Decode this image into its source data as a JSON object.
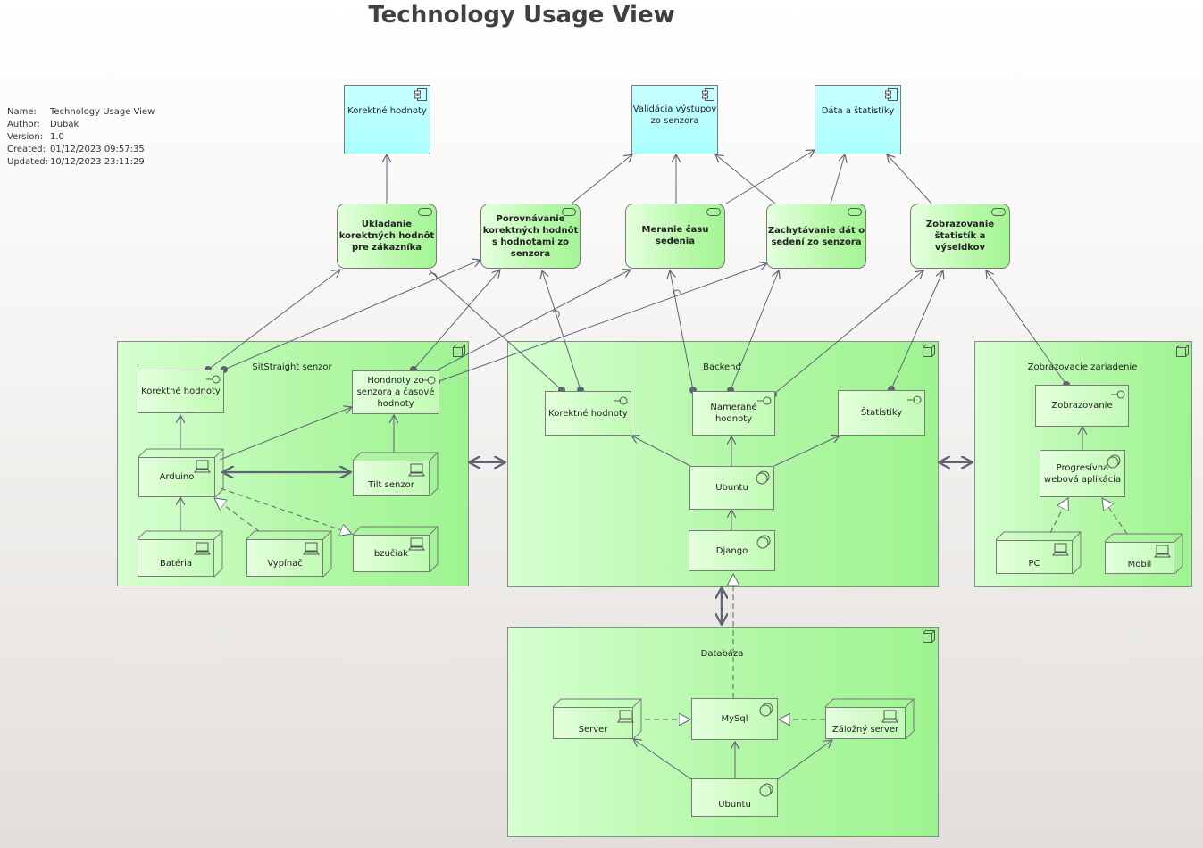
{
  "title": "Technology Usage View",
  "meta": [
    {
      "key": "Name:",
      "value": "Technology Usage View"
    },
    {
      "key": "Author:",
      "value": "Dubak"
    },
    {
      "key": "Version:",
      "value": "1.0"
    },
    {
      "key": "Created:",
      "value": "01/12/2023 09:57:35"
    },
    {
      "key": "Updated:",
      "value": "10/12/2023 23:11:29"
    }
  ],
  "groups": {
    "sensor": "SitStraight senzor",
    "backend": "Backend",
    "display": "Zobrazovacie zariadenie",
    "database": "Databáza"
  },
  "services": {
    "correct": "Korektné hodnoty",
    "validation": "Validácia výstupov zo senzora",
    "stats": "Dáta a štatistiky"
  },
  "functions": {
    "save": "Ukladanie korektných hodnôt pre zákazníka",
    "compare": "Porovnávanie korektných hodnôt s hodnotami zo senzora",
    "measure": "Meranie času sedenia",
    "capture": "Zachytávanie dát o sedení zo senzora",
    "show": "Zobrazovanie štatistík a výseldkov"
  },
  "sensor_items": {
    "correct": "Korektné hodnoty",
    "values": "Hondnoty zo senzora a časové hodnoty",
    "arduino": "Arduino",
    "tilt": "Tilt senzor",
    "battery": "Batéria",
    "switch": "Vypínač",
    "buzzer": "bzučiak"
  },
  "backend_items": {
    "correct": "Korektné hodnoty",
    "measured": "Namerané hodnoty",
    "stats": "Štatistiky",
    "ubuntu": "Ubuntu",
    "django": "Django"
  },
  "display_items": {
    "display": "Zobrazovanie",
    "pwa": "Progresívna webová aplikácia",
    "pc": "PC",
    "mobile": "Mobil"
  },
  "db_items": {
    "server": "Server",
    "mysql": "MySql",
    "backup": "Záložný server",
    "ubuntu": "Ubuntu"
  },
  "colors": {
    "edge": "#5f6475",
    "service_fill": "#aaffff",
    "function_fill": "#b8f9aa",
    "group_fill": "#b2f7a6"
  }
}
